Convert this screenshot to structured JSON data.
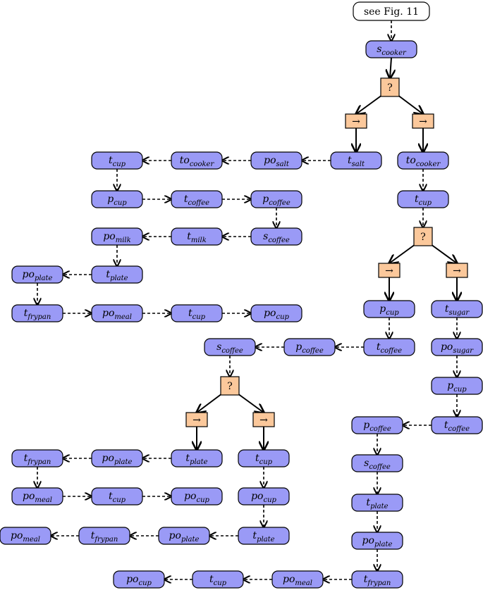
{
  "start": {
    "label": "see Fig. 11"
  },
  "nodes": [
    {
      "id": "s_cooker",
      "base": "s",
      "sub": "cooker"
    },
    {
      "id": "t_salt",
      "base": "t",
      "sub": "salt"
    },
    {
      "id": "po_salt",
      "base": "po",
      "sub": "salt"
    },
    {
      "id": "to_cooker_l",
      "base": "to",
      "sub": "cooker"
    },
    {
      "id": "t_cup_1",
      "base": "t",
      "sub": "cup"
    },
    {
      "id": "p_cup_1",
      "base": "p",
      "sub": "cup"
    },
    {
      "id": "t_coffee_1",
      "base": "t",
      "sub": "coffee"
    },
    {
      "id": "p_coffee_1",
      "base": "p",
      "sub": "coffee"
    },
    {
      "id": "s_coffee_1",
      "base": "s",
      "sub": "coffee"
    },
    {
      "id": "t_milk",
      "base": "t",
      "sub": "milk"
    },
    {
      "id": "po_milk",
      "base": "po",
      "sub": "milk"
    },
    {
      "id": "t_plate_1",
      "base": "t",
      "sub": "plate"
    },
    {
      "id": "po_plate_1",
      "base": "po",
      "sub": "plate"
    },
    {
      "id": "t_frypan_1",
      "base": "t",
      "sub": "frypan"
    },
    {
      "id": "po_meal_1",
      "base": "po",
      "sub": "meal"
    },
    {
      "id": "t_cup_2",
      "base": "t",
      "sub": "cup"
    },
    {
      "id": "po_cup_1",
      "base": "po",
      "sub": "cup"
    },
    {
      "id": "to_cooker_r",
      "base": "to",
      "sub": "cooker"
    },
    {
      "id": "t_cup_3",
      "base": "t",
      "sub": "cup"
    },
    {
      "id": "p_cup_2",
      "base": "p",
      "sub": "cup"
    },
    {
      "id": "t_coffee_2",
      "base": "t",
      "sub": "coffee"
    },
    {
      "id": "p_coffee_2",
      "base": "p",
      "sub": "coffee"
    },
    {
      "id": "s_coffee_2",
      "base": "s",
      "sub": "coffee"
    },
    {
      "id": "t_plate_2",
      "base": "t",
      "sub": "plate"
    },
    {
      "id": "po_plate_2",
      "base": "po",
      "sub": "plate"
    },
    {
      "id": "t_frypan_2",
      "base": "t",
      "sub": "frypan"
    },
    {
      "id": "po_meal_2",
      "base": "po",
      "sub": "meal"
    },
    {
      "id": "t_cup_4",
      "base": "t",
      "sub": "cup"
    },
    {
      "id": "po_cup_2",
      "base": "po",
      "sub": "cup"
    },
    {
      "id": "t_cup_5",
      "base": "t",
      "sub": "cup"
    },
    {
      "id": "po_cup_3",
      "base": "po",
      "sub": "cup"
    },
    {
      "id": "t_plate_3",
      "base": "t",
      "sub": "plate"
    },
    {
      "id": "po_plate_3",
      "base": "po",
      "sub": "plate"
    },
    {
      "id": "t_frypan_3",
      "base": "t",
      "sub": "frypan"
    },
    {
      "id": "po_meal_3",
      "base": "po",
      "sub": "meal"
    },
    {
      "id": "t_sugar",
      "base": "t",
      "sub": "sugar"
    },
    {
      "id": "po_sugar",
      "base": "po",
      "sub": "sugar"
    },
    {
      "id": "p_cup_3",
      "base": "p",
      "sub": "cup"
    },
    {
      "id": "t_coffee_3",
      "base": "t",
      "sub": "coffee"
    },
    {
      "id": "p_coffee_3",
      "base": "p",
      "sub": "coffee"
    },
    {
      "id": "s_coffee_3",
      "base": "s",
      "sub": "coffee"
    },
    {
      "id": "t_plate_4",
      "base": "t",
      "sub": "plate"
    },
    {
      "id": "po_plate_4",
      "base": "po",
      "sub": "plate"
    },
    {
      "id": "t_frypan_4",
      "base": "t",
      "sub": "frypan"
    },
    {
      "id": "po_meal_4",
      "base": "po",
      "sub": "meal"
    },
    {
      "id": "t_cup_6",
      "base": "t",
      "sub": "cup"
    },
    {
      "id": "po_cup_4",
      "base": "po",
      "sub": "cup"
    }
  ],
  "operators": [
    {
      "id": "q1",
      "label": "?"
    },
    {
      "id": "seq1",
      "label": "→"
    },
    {
      "id": "seq2",
      "label": "→"
    },
    {
      "id": "q2",
      "label": "?"
    },
    {
      "id": "seq3",
      "label": "→"
    },
    {
      "id": "seq4",
      "label": "→"
    },
    {
      "id": "q3",
      "label": "?"
    },
    {
      "id": "seq5",
      "label": "→"
    },
    {
      "id": "seq6",
      "label": "→"
    }
  ]
}
